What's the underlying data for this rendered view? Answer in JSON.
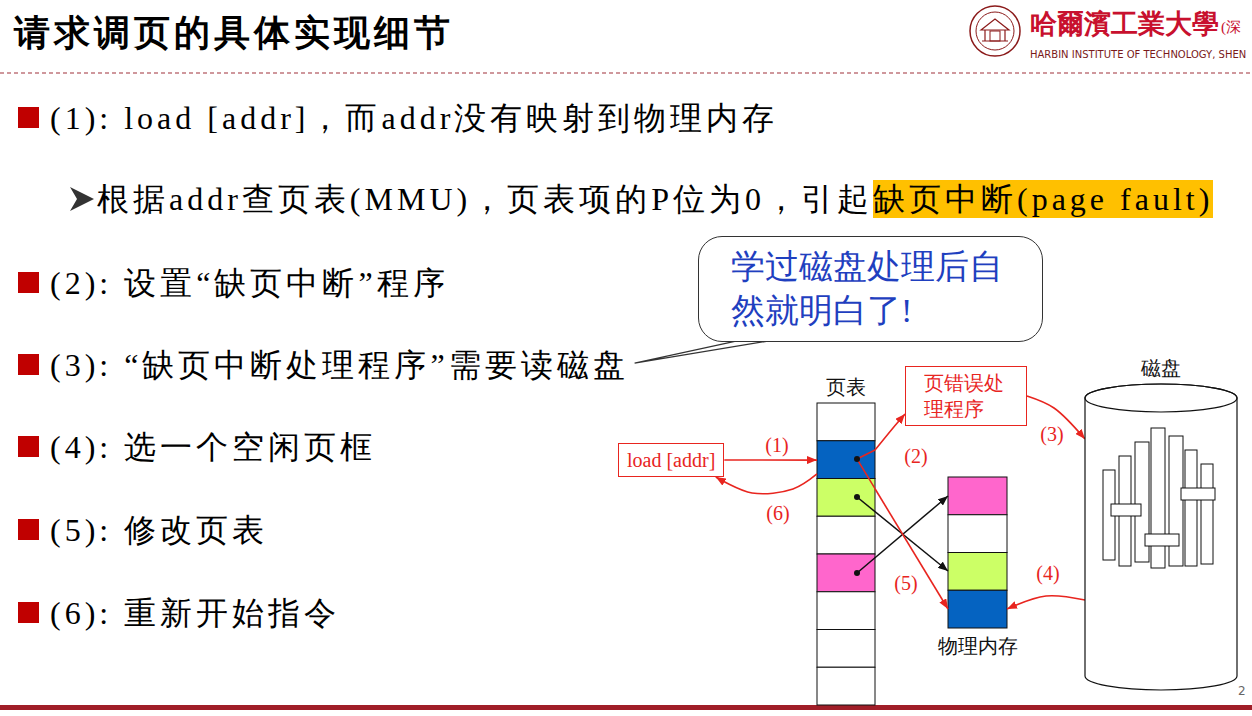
{
  "diagram": {
    "title": "请求调页的具体实现细节",
    "nodes": [
      {
        "text": [
          "学过磁盘处理后自然就明白了!"
        ]
      },
      {
        "text": [
          "load [addr]"
        ]
      },
      {
        "text": [
          "页表"
        ]
      },
      {
        "text": [
          "页错误处理程序"
        ]
      },
      {
        "text": [
          "磁盘"
        ]
      },
      {
        "text": [
          "物理内存"
        ]
      }
    ],
    "edges": [
      {
        "from": 1,
        "to": 2,
        "arrow": "to",
        "label": "(1)"
      },
      {
        "from": 2,
        "to": 3,
        "arrow": "to",
        "label": "(2)"
      },
      {
        "from": 3,
        "to": 4,
        "arrow": "to",
        "label": "(3)"
      },
      {
        "from": 4,
        "to": 5,
        "arrow": "to",
        "label": "(4)"
      },
      {
        "from": 2,
        "to": 5,
        "arrow": "to",
        "label": "(5)"
      },
      {
        "from": 2,
        "to": 1,
        "arrow": "to",
        "label": "(6)"
      }
    ],
    "labels": [
      "哈爾濱工業大學",
      "(深",
      "HARBIN INSTITUTE OF TECHNOLOGY, SHEN",
      "(1): load [addr]，而addr没有映射到物理内存",
      "根据addr查页表(MMU)，页表项的P位为0，引起",
      "缺页中断(page fault)",
      "(2): 设置“缺页中断”程序",
      "(3): “缺页中断处理程序”需要读磁盘",
      "(4): 选一个空闲页框",
      "(5): 修改页表",
      "(6): 重新开始指令",
      "2"
    ]
  }
}
